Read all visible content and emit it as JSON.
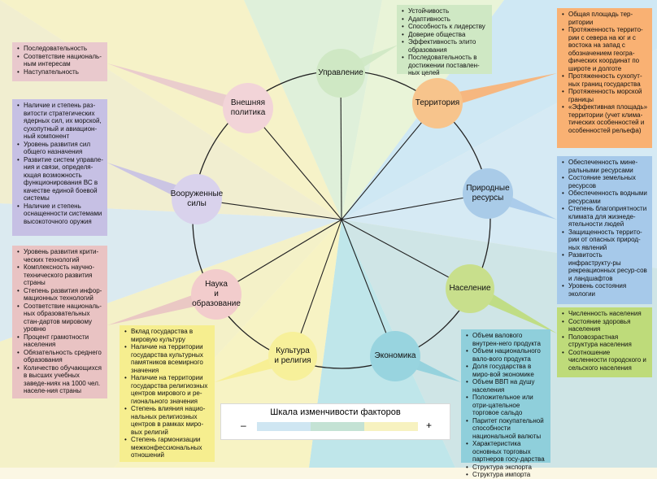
{
  "legend": {
    "title": "Шкала изменчивости факторов",
    "minus": "–",
    "plus": "+",
    "colors": [
      "#cfe6f2",
      "#c4e2d4",
      "#f7f2c0"
    ]
  },
  "factors": [
    {
      "id": "management",
      "label": "Управление",
      "color": "#cfe8c4",
      "box_color": "#cfe8c4",
      "items": [
        "Устойчивость",
        "Адаптивность",
        "Способность к лидерству",
        "Доверие общества",
        "Эффективность элито образования",
        "Последовательность в достижении поставлен-ных целей"
      ]
    },
    {
      "id": "territory",
      "label": "Территория",
      "color": "#f7c48c",
      "box_color": "#f9b173",
      "items": [
        "Общая площадь тер-ритории",
        "Протяженность террито-рии с севера на юг и с востока на запад с обозначением геогра-фических координат по широте и долготе",
        "Протяженность сухопут-ных границ государства",
        "Протяженность морской границы",
        "«Эффективная площадь» территории (учет клима-тических особенностей и особенностей рельефа)"
      ]
    },
    {
      "id": "resources",
      "label": "Природные\nресурсы",
      "color": "#a9cbe8",
      "box_color": "#a6c9ea",
      "items": [
        "Обеспеченность мине-ральными ресурсами",
        "Состояние земельных ресурсов",
        "Обеспеченность водными ресурсами",
        "Степень благоприятности климата для жизнеде-ятельности людей",
        "Защищенность террито-рии от опасных природ-ных явлений",
        "Развитость инфраструкту-ры рекреационных ресур-сов и ландшафтов",
        "Уровень состояния экологии"
      ]
    },
    {
      "id": "population",
      "label": "Население",
      "color": "#c8df8c",
      "box_color": "#bedb7a",
      "items": [
        "Численность населения",
        "Состояние здоровья населения",
        "Половозрастная структура населения",
        "Соотношение численности городского и сельского населения"
      ]
    },
    {
      "id": "economy",
      "label": "Экономика",
      "color": "#98d4df",
      "box_color": "#8fcfdb",
      "items": [
        "Объем валового внутрен-него продукта",
        "Объем национального вало-вого продукта",
        "Доля государства в миро-вой экономике",
        "Объем ВВП на душу населения",
        "Положительное или отри-цательное торговое сальдо",
        "Паритет покупательной способности национальной валюты",
        "Характеристика основных торговых партнеров госу-дарства",
        "Структура экспорта",
        "Структура импорта"
      ]
    },
    {
      "id": "culture",
      "label": "Культура\nи религия",
      "color": "#f7f09a",
      "box_color": "#f6ee8f",
      "items": [
        "Вклад государства в мировую культуру",
        "Наличие на территории государства культурных памятников всемирного значения",
        "Наличие на территории государства религиозных центров мирового и ре-гионального значения",
        "Степень влияния нацио-нальных религиозных центров в рамках миро-вых религий",
        "Степень гармонизации межконфессиональных отношений"
      ]
    },
    {
      "id": "science",
      "label": "Наука\nи образование",
      "color": "#f2cccc",
      "box_color": "#e9c3c3",
      "items": [
        "Уровень развития крити-ческих технологий",
        "Комплексность научно-технического развития страны",
        "Степень развития инфор-мационных технологий",
        "Соответствие националь-ных образовательных стан-дартов мировому уровню",
        "Процент грамотности населения",
        "Обязательность среднего образования",
        "Количество обучающихся в высших учебных заведе-ниях на 1000 чел. населе-ния страны"
      ]
    },
    {
      "id": "army",
      "label": "Вооруженные\nсилы",
      "color": "#d9d2ec",
      "box_color": "#c6c0e4",
      "items": [
        "Наличие и степень раз-витости стратегических ядерных сил, их морской, сухопутный и авиацион-ный компонент",
        "Уровень развития сил общего назначения",
        "Развитие систем управле-ния и связи, определя-ющая возможность функционирования ВС в качестве единой боевой системы",
        "Наличие и степень оснащенности системами высокоточного оружия"
      ]
    },
    {
      "id": "foreign",
      "label": "Внешняя\nполитика",
      "color": "#f2d4d8",
      "box_color": "#e9c9cd",
      "items": [
        "Последовательность",
        "Соответствие националь-ным интересам",
        "Наступательность"
      ]
    }
  ]
}
